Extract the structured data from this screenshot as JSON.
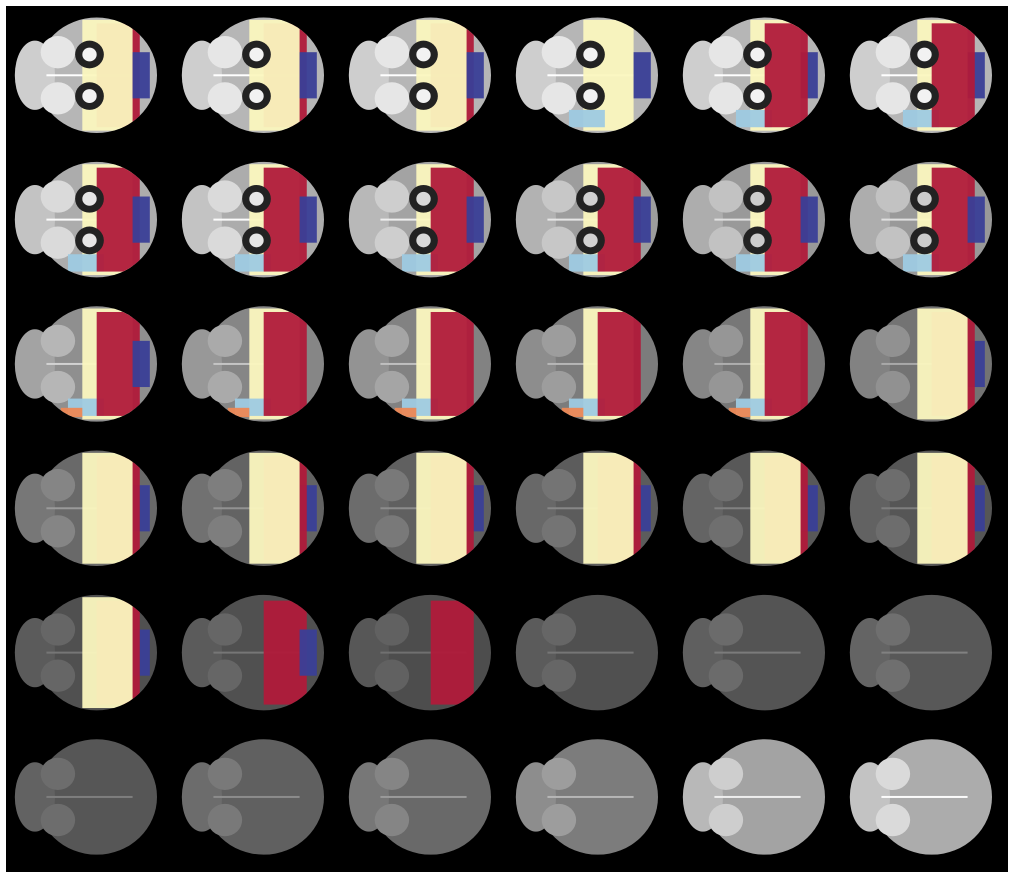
{
  "figure": {
    "rows": 6,
    "cols": 6,
    "background": "#000000",
    "atlas_colors": {
      "red": "#b01a3a",
      "yellow": "#fbf7bf",
      "blue": "#3a3f97",
      "light_blue": "#9ecae1",
      "orange": "#ec8855"
    },
    "slices": [
      {
        "row": 0,
        "col": 0,
        "gray": 0.95,
        "ventricle": true,
        "labels": [
          "red",
          "yellow",
          "blue"
        ]
      },
      {
        "row": 0,
        "col": 1,
        "gray": 0.95,
        "ventricle": true,
        "labels": [
          "red",
          "yellow",
          "blue"
        ]
      },
      {
        "row": 0,
        "col": 2,
        "gray": 0.95,
        "ventricle": true,
        "labels": [
          "red",
          "yellow",
          "blue"
        ]
      },
      {
        "row": 0,
        "col": 3,
        "gray": 0.95,
        "ventricle": true,
        "labels": [
          "yellow",
          "light_blue",
          "blue"
        ]
      },
      {
        "row": 0,
        "col": 4,
        "gray": 0.95,
        "ventricle": true,
        "labels": [
          "yellow",
          "light_blue",
          "blue",
          "red"
        ]
      },
      {
        "row": 0,
        "col": 5,
        "gray": 0.95,
        "ventricle": true,
        "labels": [
          "yellow",
          "light_blue",
          "blue",
          "red"
        ]
      },
      {
        "row": 1,
        "col": 0,
        "gray": 0.9,
        "ventricle": true,
        "labels": [
          "yellow",
          "light_blue",
          "red",
          "blue"
        ]
      },
      {
        "row": 1,
        "col": 1,
        "gray": 0.9,
        "ventricle": true,
        "labels": [
          "yellow",
          "light_blue",
          "red",
          "blue"
        ]
      },
      {
        "row": 1,
        "col": 2,
        "gray": 0.85,
        "ventricle": true,
        "labels": [
          "yellow",
          "light_blue",
          "red",
          "blue"
        ]
      },
      {
        "row": 1,
        "col": 3,
        "gray": 0.82,
        "ventricle": true,
        "labels": [
          "yellow",
          "light_blue",
          "red",
          "blue"
        ]
      },
      {
        "row": 1,
        "col": 4,
        "gray": 0.8,
        "ventricle": true,
        "labels": [
          "yellow",
          "light_blue",
          "red",
          "blue"
        ]
      },
      {
        "row": 1,
        "col": 5,
        "gray": 0.8,
        "ventricle": true,
        "labels": [
          "yellow",
          "light_blue",
          "red",
          "blue"
        ]
      },
      {
        "row": 2,
        "col": 0,
        "gray": 0.75,
        "ventricle": false,
        "labels": [
          "yellow",
          "light_blue",
          "red",
          "blue",
          "orange"
        ]
      },
      {
        "row": 2,
        "col": 1,
        "gray": 0.7,
        "ventricle": false,
        "labels": [
          "yellow",
          "light_blue",
          "red",
          "orange"
        ]
      },
      {
        "row": 2,
        "col": 2,
        "gray": 0.68,
        "ventricle": false,
        "labels": [
          "yellow",
          "light_blue",
          "red",
          "orange"
        ]
      },
      {
        "row": 2,
        "col": 3,
        "gray": 0.65,
        "ventricle": false,
        "labels": [
          "yellow",
          "light_blue",
          "red",
          "orange"
        ]
      },
      {
        "row": 2,
        "col": 4,
        "gray": 0.62,
        "ventricle": false,
        "labels": [
          "yellow",
          "light_blue",
          "red",
          "orange"
        ]
      },
      {
        "row": 2,
        "col": 5,
        "gray": 0.6,
        "ventricle": false,
        "labels": [
          "blue",
          "red",
          "yellow"
        ]
      },
      {
        "row": 3,
        "col": 0,
        "gray": 0.55,
        "ventricle": false,
        "labels": [
          "blue",
          "red",
          "yellow"
        ]
      },
      {
        "row": 3,
        "col": 1,
        "gray": 0.52,
        "ventricle": false,
        "labels": [
          "blue",
          "red",
          "yellow"
        ]
      },
      {
        "row": 3,
        "col": 2,
        "gray": 0.5,
        "ventricle": false,
        "labels": [
          "blue",
          "red",
          "yellow"
        ]
      },
      {
        "row": 3,
        "col": 3,
        "gray": 0.48,
        "ventricle": false,
        "labels": [
          "blue",
          "red",
          "yellow"
        ]
      },
      {
        "row": 3,
        "col": 4,
        "gray": 0.46,
        "ventricle": false,
        "labels": [
          "blue",
          "red",
          "yellow"
        ]
      },
      {
        "row": 3,
        "col": 5,
        "gray": 0.45,
        "ventricle": false,
        "labels": [
          "blue",
          "red",
          "yellow"
        ]
      },
      {
        "row": 4,
        "col": 0,
        "gray": 0.42,
        "ventricle": false,
        "labels": [
          "blue",
          "red",
          "yellow"
        ]
      },
      {
        "row": 4,
        "col": 1,
        "gray": 0.42,
        "ventricle": false,
        "labels": [
          "red",
          "blue"
        ]
      },
      {
        "row": 4,
        "col": 2,
        "gray": 0.4,
        "ventricle": false,
        "labels": [
          "red"
        ]
      },
      {
        "row": 4,
        "col": 3,
        "gray": 0.42,
        "ventricle": false,
        "labels": []
      },
      {
        "row": 4,
        "col": 4,
        "gray": 0.44,
        "ventricle": false,
        "labels": []
      },
      {
        "row": 4,
        "col": 5,
        "gray": 0.46,
        "ventricle": false,
        "labels": []
      },
      {
        "row": 5,
        "col": 0,
        "gray": 0.45,
        "ventricle": false,
        "labels": []
      },
      {
        "row": 5,
        "col": 1,
        "gray": 0.5,
        "ventricle": false,
        "labels": []
      },
      {
        "row": 5,
        "col": 2,
        "gray": 0.55,
        "ventricle": false,
        "labels": []
      },
      {
        "row": 5,
        "col": 3,
        "gray": 0.65,
        "ventricle": false,
        "labels": []
      },
      {
        "row": 5,
        "col": 4,
        "gray": 0.85,
        "ventricle": false,
        "labels": []
      },
      {
        "row": 5,
        "col": 5,
        "gray": 0.9,
        "ventricle": false,
        "labels": []
      }
    ]
  }
}
